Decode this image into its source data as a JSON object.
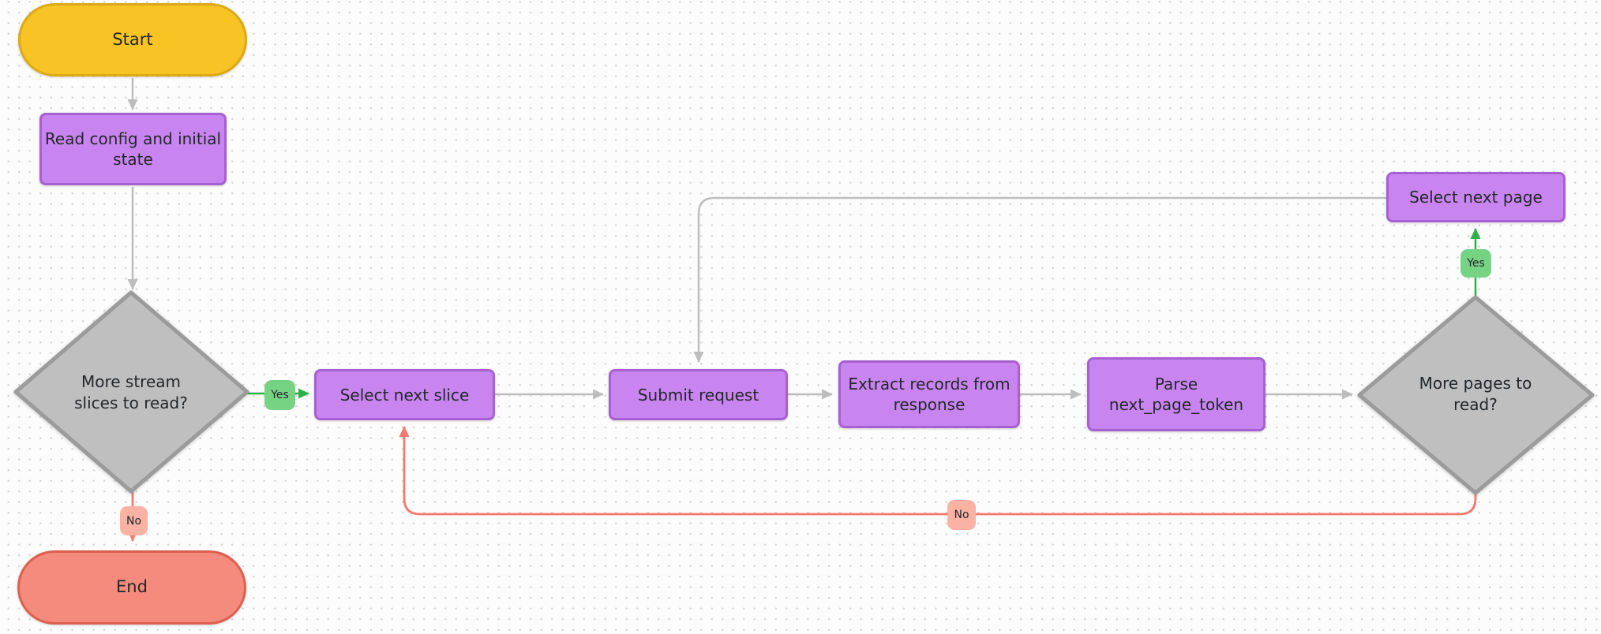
{
  "colors": {
    "bg": "#FCFCFC",
    "dot": "#D8D8D8",
    "text": "#24272B",
    "yellow_fill": "#F7C325",
    "yellow_stroke": "#DCA917",
    "purple_fill": "#C885F0",
    "purple_stroke": "#A760D2",
    "gray_fill": "#BFBFBF",
    "gray_stroke": "#9B9B9B",
    "green_label_fill": "#77D384",
    "green_edge": "#2FAF4C",
    "salmon_label_fill": "#F9B2A3",
    "red_edge": "#F5796C",
    "end_fill": "#F58B7D",
    "end_stroke": "#DD5F50",
    "edge_gray": "#BDBDBD"
  },
  "nodes": {
    "start": {
      "label": "Start"
    },
    "read_config": {
      "label": "Read config and initial\nstate"
    },
    "more_slices": {
      "label": "More stream\nslices to read?"
    },
    "select_next_slice": {
      "label": "Select next slice"
    },
    "submit_request": {
      "label": "Submit request"
    },
    "extract_records": {
      "label": "Extract records from\nresponse"
    },
    "parse_token": {
      "label": "Parse\nnext_page_token"
    },
    "more_pages": {
      "label": "More pages to\nread?"
    },
    "select_next_page": {
      "label": "Select next page"
    },
    "end": {
      "label": "End"
    }
  },
  "edge_labels": {
    "yes_slices": "Yes",
    "no_slices": "No",
    "yes_pages": "Yes",
    "no_pages": "No"
  }
}
